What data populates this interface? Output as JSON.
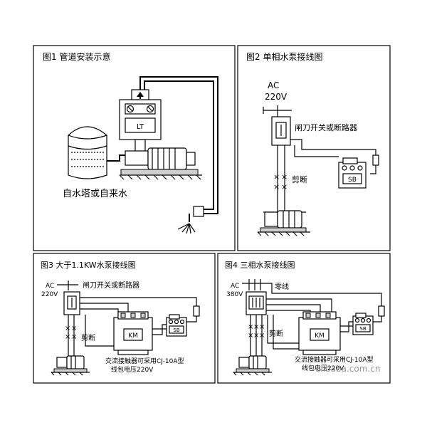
{
  "panels": {
    "p1": {
      "title": "图1  管道安装示意",
      "device": "LT",
      "caption": "自水塔或自来水"
    },
    "p2": {
      "title": "图2  单相水泵接线图",
      "ac": "AC",
      "voltage": "220V",
      "switch_label": "闸刀开关或断路器",
      "cut_label": "剪断",
      "sb": "SB"
    },
    "p3": {
      "title": "图3   大于1.1KW水泵接线图",
      "ac": "AC",
      "voltage": "220V",
      "switch_label": "闸刀开关或断路器",
      "cut_label": "剪断",
      "km": "KM",
      "sb": "SB",
      "note1": "交流接触器可采用CJ-10A型",
      "note2": "线包电压220V"
    },
    "p4": {
      "title": "图4   三相水泵接线图",
      "ac": "AC",
      "voltage": "380V",
      "neutral_label": "零线",
      "cut_label": "剪断",
      "km": "KM",
      "sb": "SB",
      "note1": "交流接触器可采用CJ-10A型",
      "note2": "线包电压220V"
    }
  },
  "watermark": "alibaba.com.cn"
}
